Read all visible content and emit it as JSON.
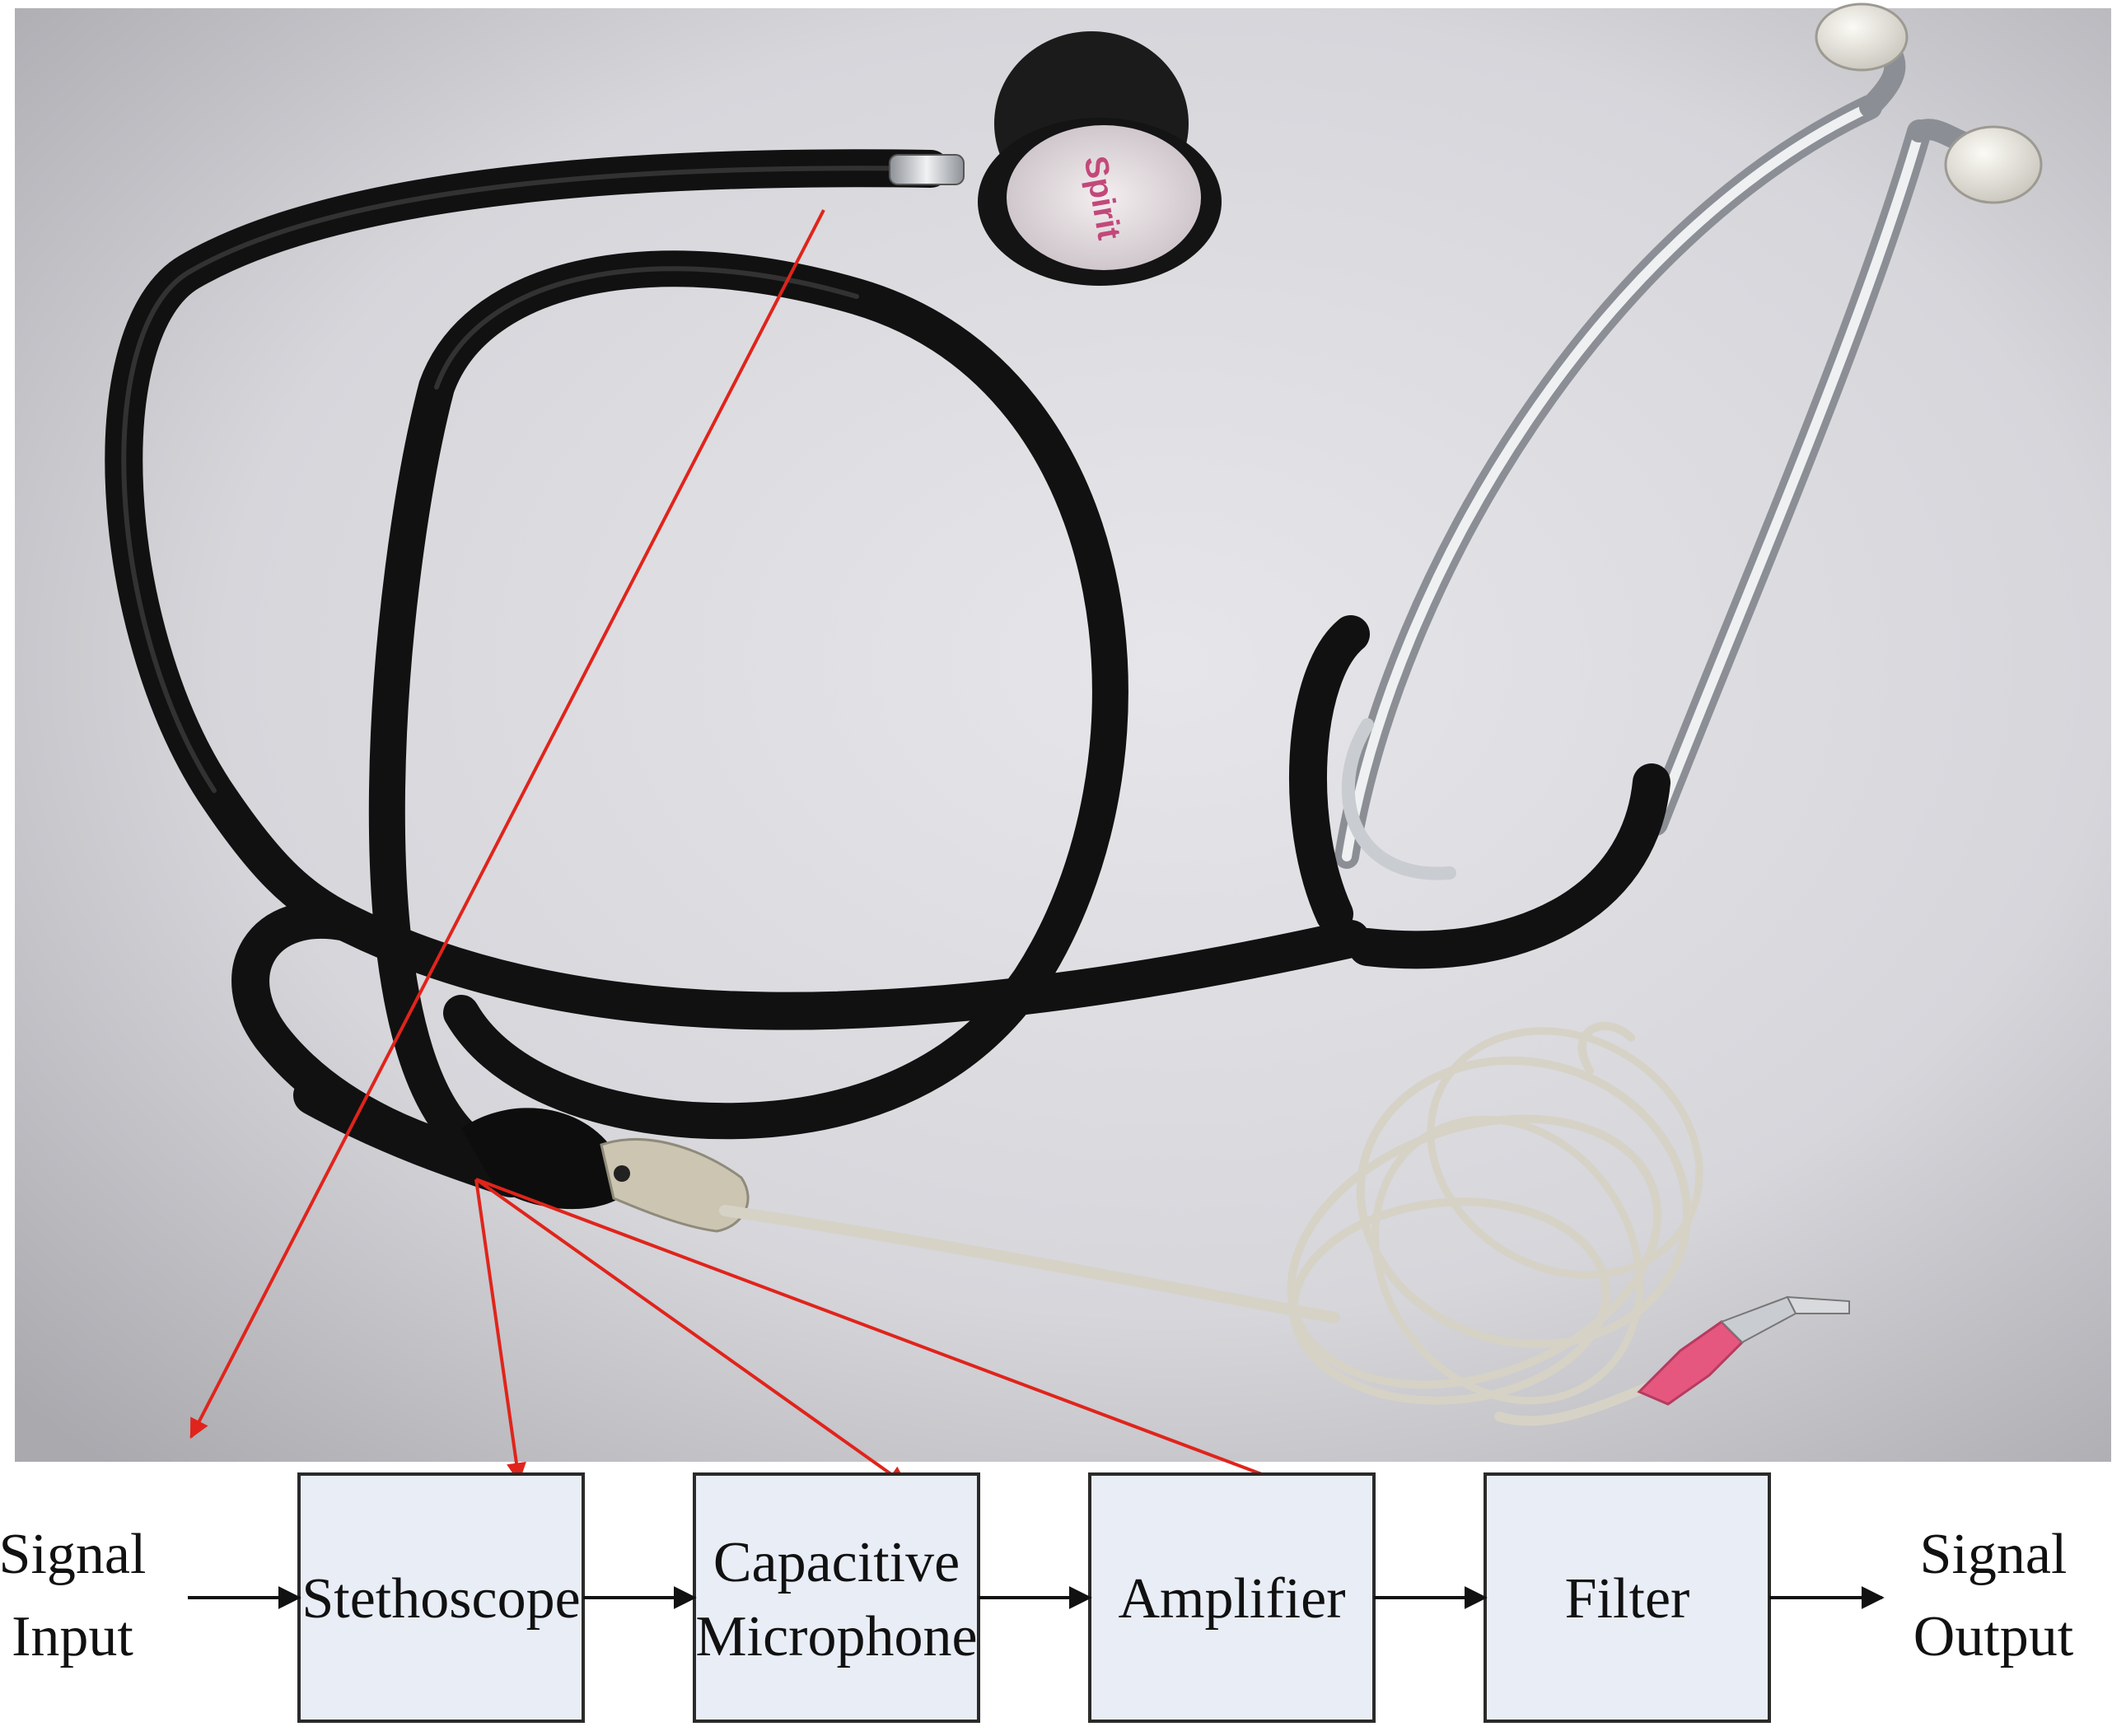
{
  "photo": {
    "subject": "stethoscope with capacitive microphone attached to tubing and 3.5mm audio plug",
    "chestpiece_label": "Spirit",
    "colors": {
      "background": "#d7d7dc",
      "tubing": "#111111",
      "metal": "#bfc3c8",
      "cable": "#d9d6cc",
      "plug_sleeve": "#e5577f"
    }
  },
  "diagram": {
    "input_label_line1": "Signal",
    "input_label_line2": "Input",
    "output_label_line1": "Signal",
    "output_label_line2": "Output",
    "blocks": [
      {
        "id": "stethoscope",
        "line1": "Stethoscope",
        "line2": ""
      },
      {
        "id": "capacitive-microphone",
        "line1": "Capacitive",
        "line2": "Microphone"
      },
      {
        "id": "amplifier",
        "line1": "Amplifier",
        "line2": ""
      },
      {
        "id": "filter",
        "line1": "Filter",
        "line2": ""
      }
    ],
    "colors": {
      "block_fill": "#e8edf6",
      "block_stroke": "#2a2a2a",
      "arrow": "#111111",
      "pointer": "#e0241b"
    }
  }
}
